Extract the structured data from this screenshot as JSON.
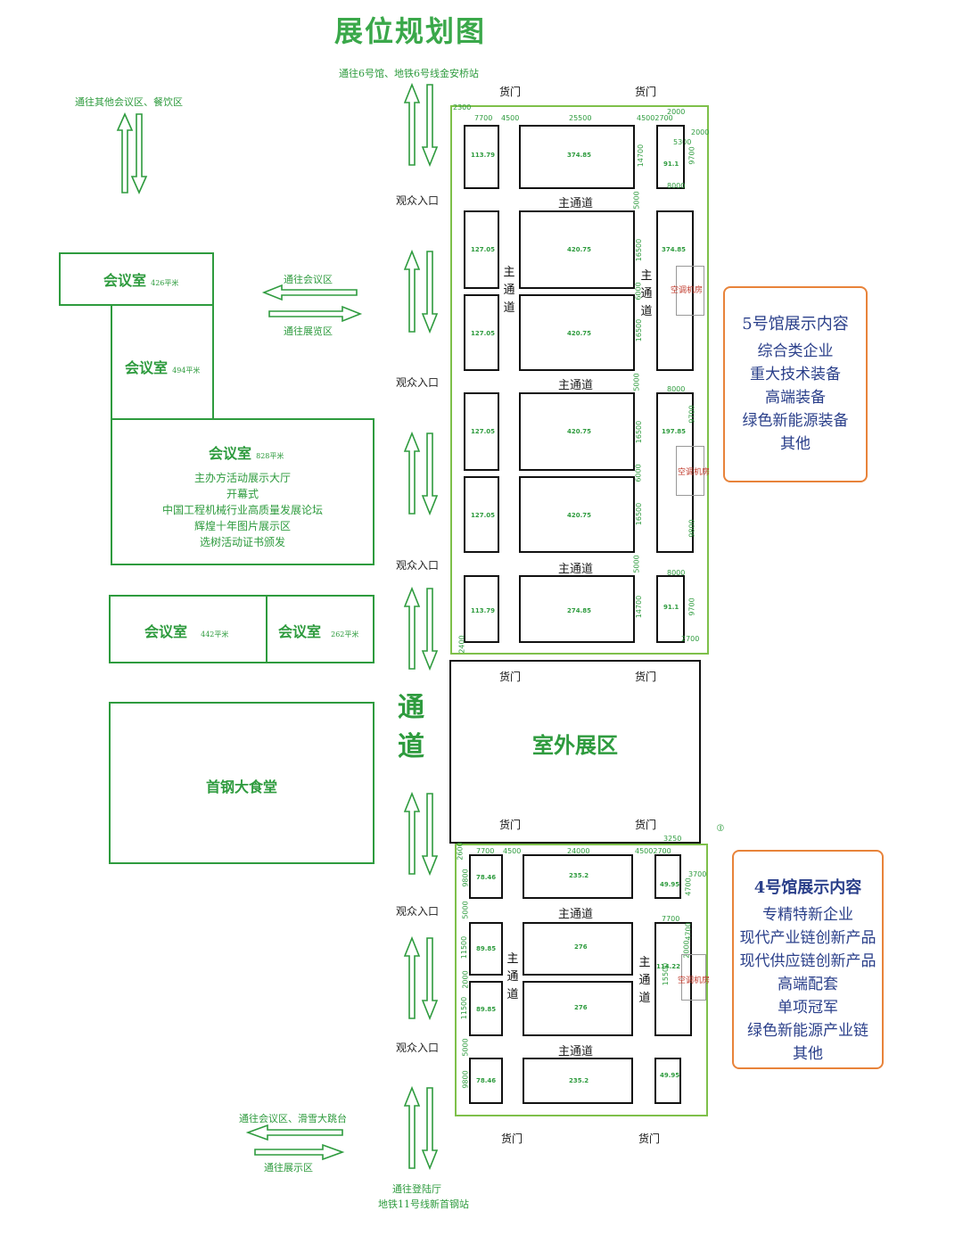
{
  "title": "展位规划图",
  "nav": {
    "top_to_hall6": "通往6号馆、地铁6号线金安桥站",
    "to_other_meeting": "通往其他会议区、餐饮区",
    "to_meeting_area": "通往会议区",
    "to_exhibit_area": "通往展览区",
    "bottom_to_meeting_ski": "通往会议区、滑雪大跳台",
    "bottom_to_exhibit": "通往展示区",
    "bottom_to_landing": "通往登陆厅",
    "bottom_metro11": "地铁11号线新首钢站",
    "corridor": "通道"
  },
  "rooms": {
    "r426": {
      "name": "会议室",
      "area": "426平米"
    },
    "r494": {
      "name": "会议室",
      "area": "494平米"
    },
    "r828": {
      "name": "会议室",
      "area": "828平米",
      "lines": [
        "主办方活动展示大厅",
        "开幕式",
        "中国工程机械行业高质量发展论坛",
        "辉煌十年图片展示区",
        "选树活动证书颁发"
      ]
    },
    "r442": {
      "name": "会议室",
      "area": "442平米"
    },
    "r262": {
      "name": "会议室",
      "area": "262平米"
    },
    "canteen": "首钢大食堂"
  },
  "labels": {
    "cargo_door": "货门",
    "visitor_entrance": "观众入口",
    "main_aisle": "主通道",
    "aisle_v": [
      "主",
      "通",
      "道"
    ],
    "ac_room": "空调机房",
    "outdoor": "室外展区"
  },
  "hall5": {
    "dims_top": [
      "2300",
      "7700",
      "4500",
      "25500",
      "45002700",
      "2000",
      "5300",
      "2000"
    ],
    "areas": [
      "113.79",
      "374.85",
      "91.1",
      "127.05",
      "420.75",
      "374.85",
      "127.05",
      "420.75",
      "127.05",
      "420.75",
      "197.85",
      "127.05",
      "420.75",
      "113.79",
      "274.85",
      "91.1"
    ],
    "dims_side": [
      "14700",
      "9700",
      "8000",
      "5000",
      "16500",
      "6000",
      "16500",
      "5000",
      "8000",
      "9700",
      "16500",
      "6000",
      "16500",
      "9800",
      "5000",
      "8000",
      "14700",
      "9700",
      "2400",
      "2700"
    ]
  },
  "hall4": {
    "dims_top": [
      "2600",
      "7700",
      "4500",
      "24000",
      "45002700",
      "3250",
      "3700"
    ],
    "areas": [
      "78.46",
      "235.2",
      "49.95",
      "89.85",
      "276",
      "114.22",
      "89.85",
      "276",
      "78.46",
      "235.2",
      "49.95"
    ],
    "dims_side": [
      "9800",
      "5000",
      "11500",
      "2000",
      "11500",
      "5000",
      "9800",
      "4700",
      "7700",
      "4700",
      "15500",
      "2000"
    ]
  },
  "panel5": {
    "heading": "5号馆展示内容",
    "items": [
      "综合类企业",
      "重大技术装备",
      "高端装备",
      "绿色新能源装备",
      "其他"
    ]
  },
  "panel4": {
    "heading": "4号馆展示内容",
    "items": [
      "专精特新企业",
      "现代产业链创新产品",
      "现代供应链创新产品",
      "高端配套",
      "单项冠军",
      "绿色新能源产业链",
      "其他"
    ]
  },
  "colors": {
    "primary": "#2e9b3e",
    "panel_border": "#e8833a",
    "panel_text": "#2a3f8a",
    "ac_red": "#c0392b"
  }
}
